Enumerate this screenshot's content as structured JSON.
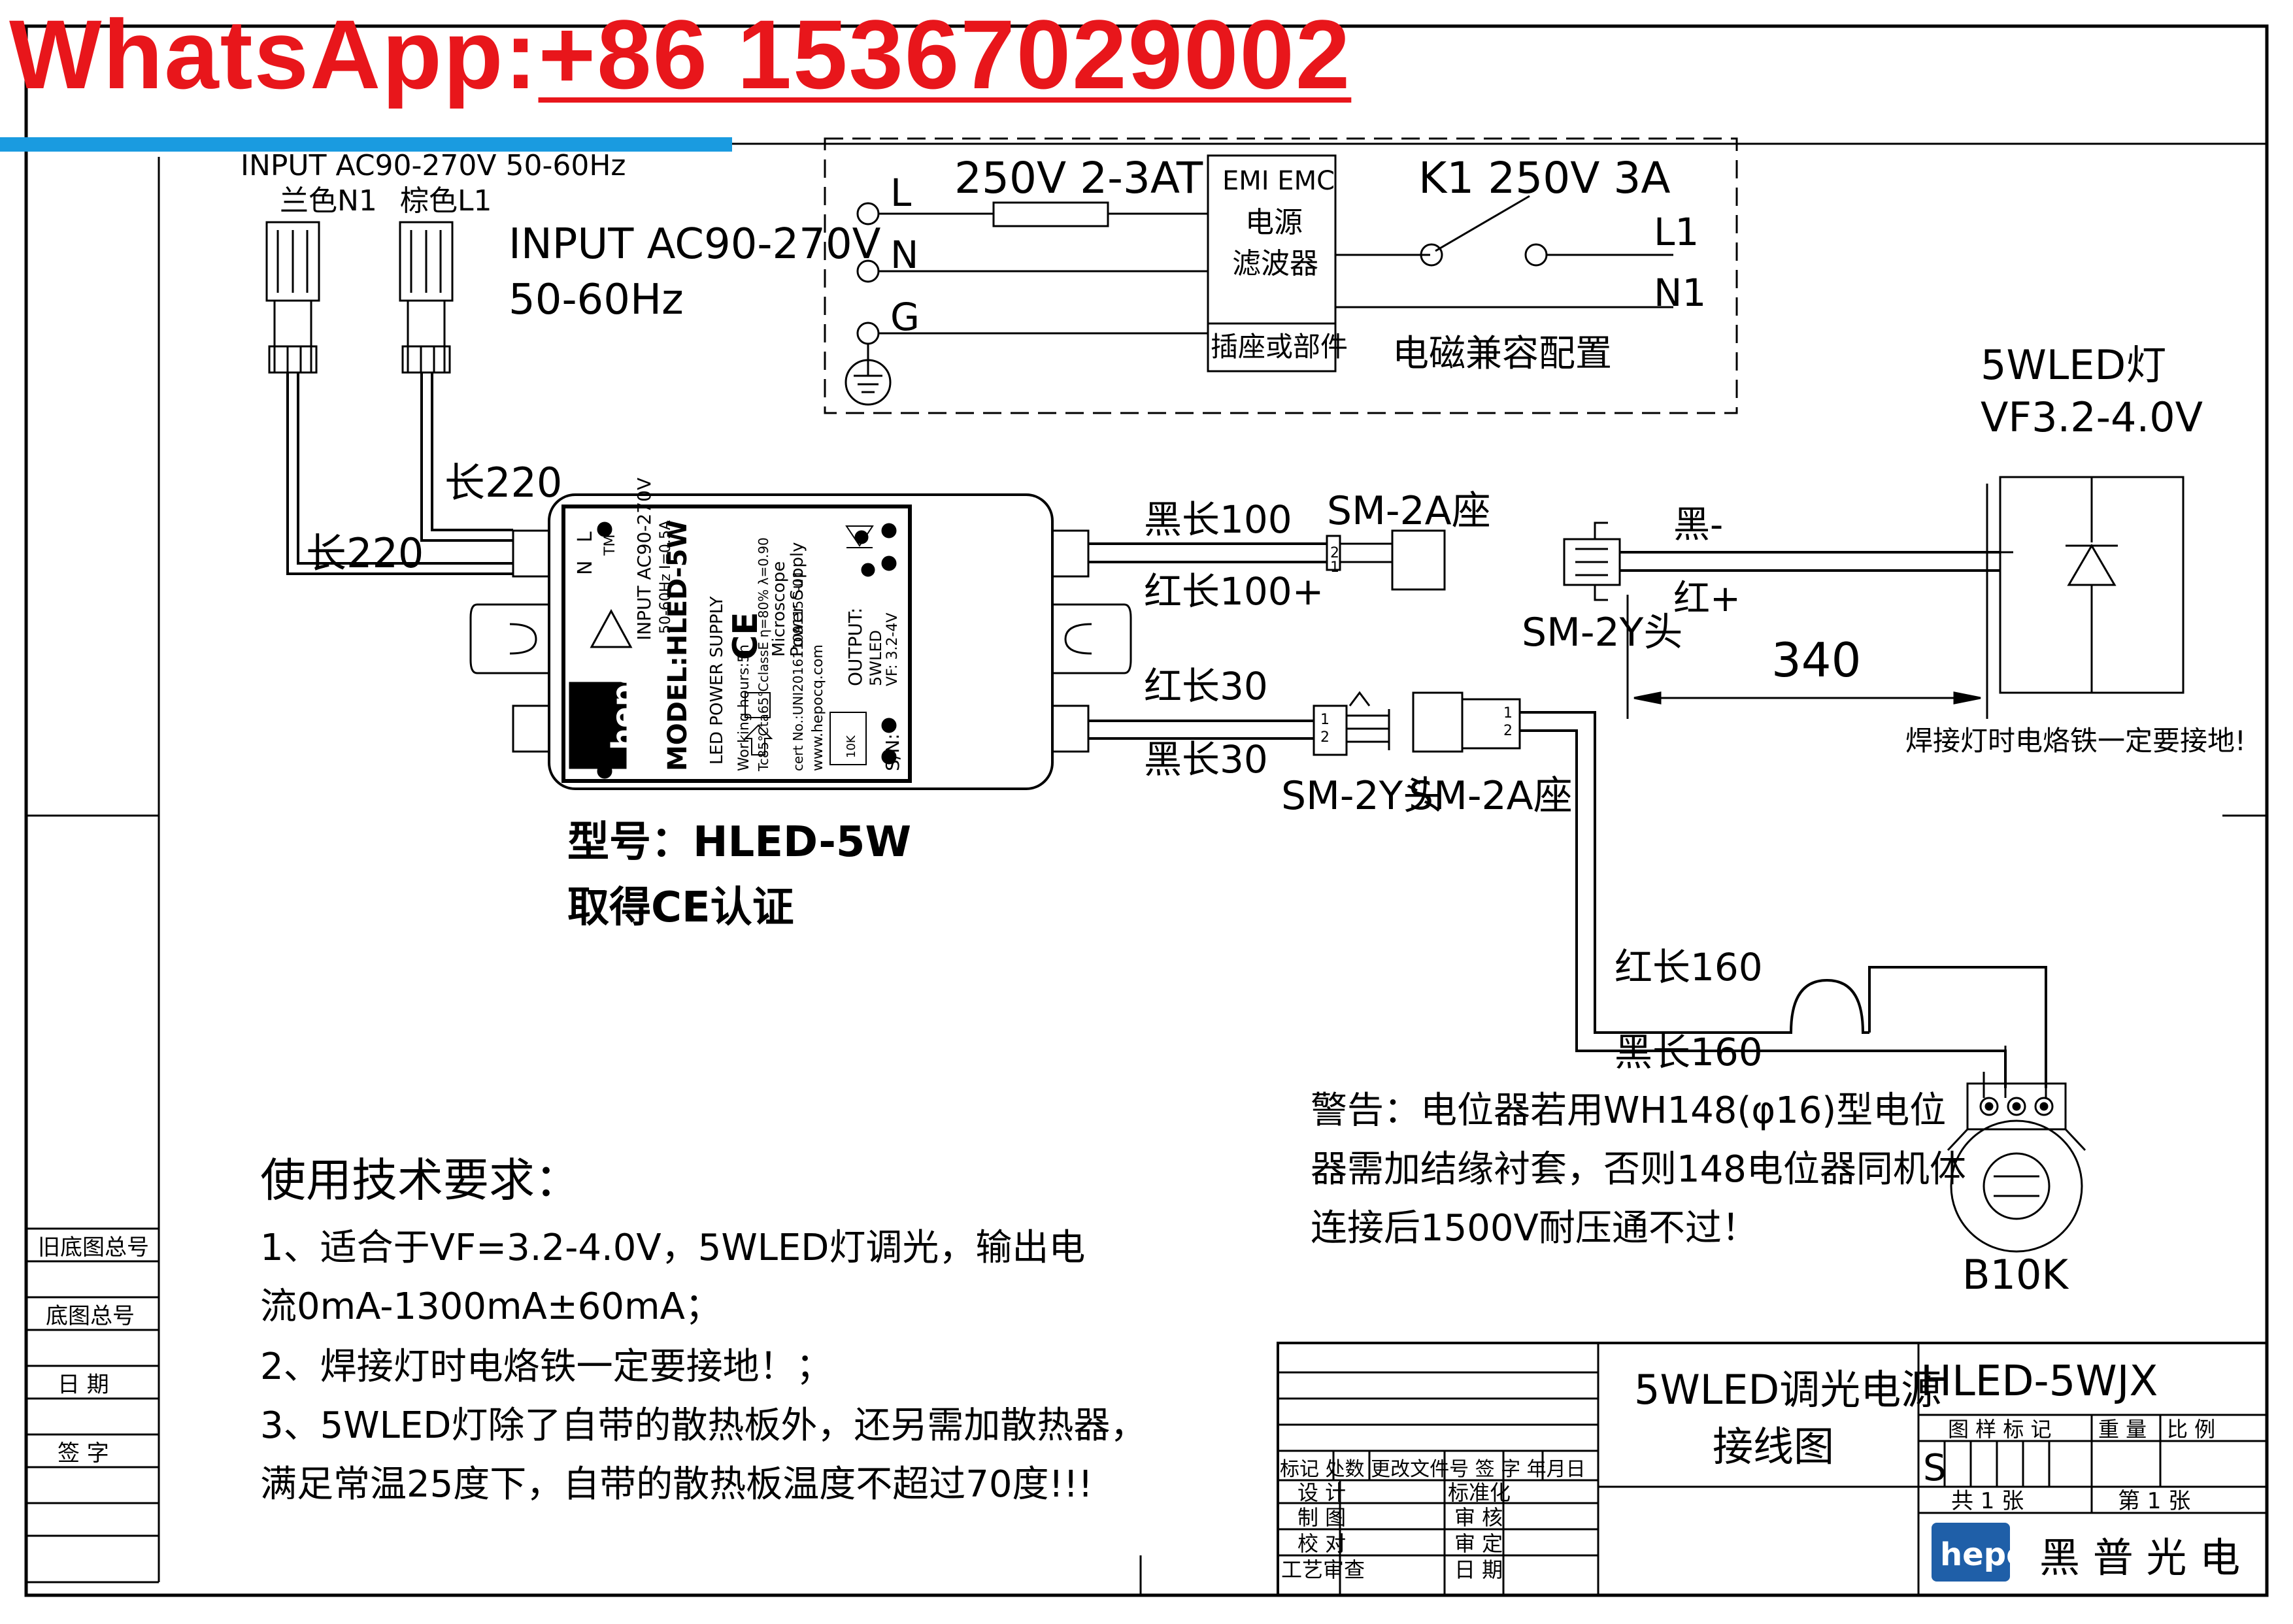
{
  "banner": {
    "prefix": "WhatsApp:",
    "number": "+86 15367029002"
  },
  "input": {
    "top_label": "INPUT AC90-270V 50-60Hz",
    "wire_blue": "兰色N1",
    "wire_brown": "棕色L1",
    "side_label_1": "INPUT AC90-270V",
    "side_label_2": "50-60Hz",
    "len_left": "长220",
    "len_right": "长220"
  },
  "emc_box": {
    "fuse_label": "250V 2-3AT",
    "terminal_L": "L",
    "terminal_N": "N",
    "terminal_G": "G",
    "filter_1": "EMI EMC",
    "filter_2": "电源",
    "filter_3": "滤波器",
    "filter_4": "插座或部件",
    "switch_label": "K1 250V 3A",
    "out_L1": "L1",
    "out_N1": "N1",
    "caption": "电磁兼容配置"
  },
  "driver": {
    "model_line": "MODEL:HLED-5W",
    "input_line": "INPUT AC90-270V",
    "freq_line": "50-60Hz I=0.5A",
    "led_ps": "LED POWER SUPPLY",
    "working": "Working hours:5h",
    "tc": "Tc85℃ta65℃classE η=80% λ=0.90",
    "microscope": "Microscope",
    "power_supply": "Power Supply",
    "cert": "cert No.:UNI20161109115C-01",
    "site": "www.hepocq.com",
    "output": "OUTPUT:",
    "output_2": "5WLED",
    "vf": "VF: 3.2-4V",
    "sn": "S/N:",
    "pot": "10K",
    "pin_L": "L",
    "pin_N": "N",
    "ce": "CE",
    "tm": "TM",
    "logo": "hepo",
    "type_caption": "型号：HLED-5W",
    "ce_caption": "取得CE认证"
  },
  "led_wires": {
    "black": "黑长100",
    "red": "红长100+",
    "conn_a": "SM-2A座",
    "plug_black": "黑-",
    "plug_red": "红+",
    "plug_name": "SM-2Y头",
    "dimension": "340",
    "led_title": "5WLED灯",
    "led_vf": "VF3.2-4.0V",
    "solder_note": "焊接灯时电烙铁一定要接地!"
  },
  "pot_wires": {
    "red": "红长30",
    "black": "黑长30",
    "conn_y": "SM-2Y头",
    "conn_a": "SM-2A座",
    "red_long": "红长160",
    "black_long": "黑长160",
    "pot_label": "B10K",
    "pin_1": "1",
    "pin_2": "2"
  },
  "warning": [
    "警告：电位器若用WH148(φ16)型电位",
    "器需加结缘衬套，否则148电位器同机体",
    "连接后1500V耐压通不过！"
  ],
  "requirements": {
    "title": "使用技术要求：",
    "lines": [
      "1、适合于VF=3.2-4.0V，5WLED灯调光，输出电",
      "流0mA-1300mA±60mA；",
      "2、焊接灯时电烙铁一定要接地！；",
      "3、5WLED灯除了自带的散热板外，还另需加散热器，",
      "满足常温25度下，自带的散热板温度不超过70度!!!"
    ]
  },
  "left_stamps": [
    "旧底图总号",
    "底图总号",
    "日  期",
    "签  字"
  ],
  "title_block": {
    "title_1": "5WLED调光电源",
    "title_2": "接线图",
    "drawing_no": "HLED-5WJX",
    "hdr_mark": "图 样 标 记",
    "hdr_weight": "重 量",
    "hdr_scale": "比  例",
    "mark_s": "S",
    "sheets_total": "共  1    张",
    "sheet_no": "第  1    张",
    "company": "黑 普 光 电",
    "logo": "hepo",
    "rev_header": "标记 处数 更改文件号  签   字  年月日",
    "design": "设  计",
    "standard": "标准化",
    "draw": "制  图",
    "review": "审  核",
    "check": "校  对",
    "approve": "审  定",
    "process": "工艺审查",
    "date": "日  期"
  },
  "colors": {
    "banner": "#e8161b",
    "banner_bar": "#1a9be0",
    "line": "#000000",
    "logo_blue": "#1f5fa8"
  }
}
